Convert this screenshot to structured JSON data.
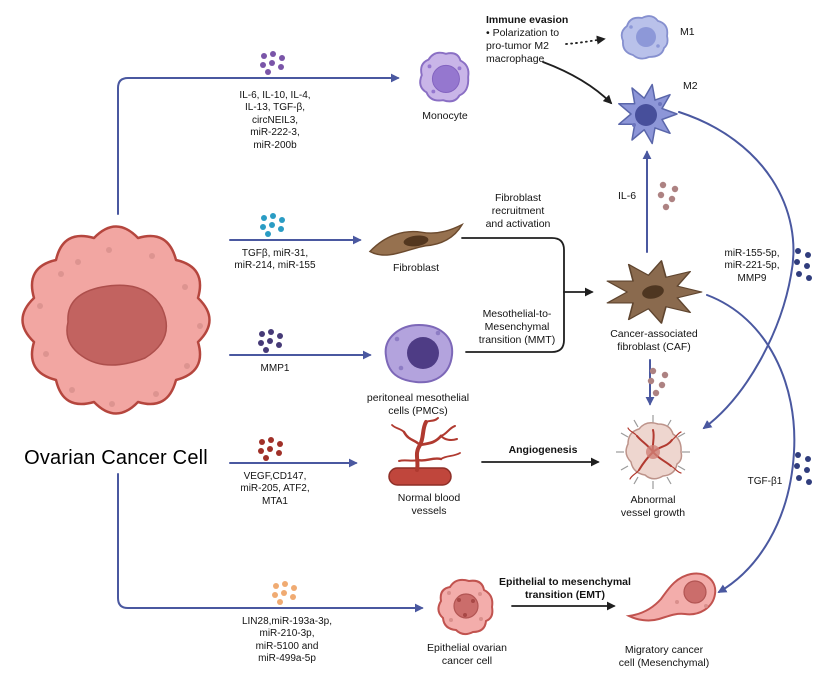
{
  "palette": {
    "arrow_blue": "#4a58a0",
    "arrow_black": "#1f1f1f"
  },
  "source_cell": {
    "label": "Ovarian Cancer Cell"
  },
  "cargo": {
    "monocyte": {
      "text": "IL-6, IL-10, IL-4,\nIL-13, TGF-β,\ncircNEIL3,\nmiR-222-3,\nmiR-200b",
      "dot_color": "#7a55a8"
    },
    "fibroblast": {
      "text": "TGFβ, miR-31,\nmiR-214, miR-155",
      "dot_color": "#2a9cc4"
    },
    "pmc": {
      "text": "MMP1",
      "dot_color": "#463a77"
    },
    "vessel": {
      "text": "VEGF,CD147,\nmiR-205, ATF2,\nMTA1",
      "dot_color": "#a03028"
    },
    "emt": {
      "text": "LIN28,miR-193a-3p,\nmiR-210-3p,\nmiR-5100 and\nmiR-499a-5p",
      "dot_color": "#f0ab72"
    },
    "il6": {
      "text": "IL-6",
      "dot_color": "#ad8282"
    },
    "caf_vessel": {
      "dot_color": "#ad8282"
    },
    "m2_vessel": {
      "text": "miR-155-5p,\nmiR-221-5p,\nMMP9",
      "dot_color": "#303d7d"
    },
    "caf_emt": {
      "text": "TGF-β1",
      "dot_color": "#303d7d"
    }
  },
  "cells": {
    "monocyte": {
      "label": "Monocyte"
    },
    "m1": {
      "label": "M1"
    },
    "m2": {
      "label": "M2"
    },
    "fibroblast": {
      "label": "Fibroblast"
    },
    "pmc": {
      "label": "peritoneal mesothelial\ncells (PMCs)"
    },
    "caf": {
      "label": "Cancer-associated\nfibroblast (CAF)"
    },
    "vessels": {
      "label": "Normal blood\nvessels"
    },
    "abnormal": {
      "label": "Abnormal\nvessel growth"
    },
    "epithelial": {
      "label": "Epithelial ovarian\ncancer cell"
    },
    "migratory": {
      "label": "Migratory cancer\ncell (Mesenchymal)"
    }
  },
  "processes": {
    "immune_evasion_title": "Immune evasion",
    "immune_evasion_body": "• Polarization to\npro-tumor M2\nmacrophage",
    "fibroblast_recruitment": "Fibroblast\nrecruitment\nand activation",
    "mmt": "Mesothelial-to-\nMesenchymal\ntransition (MMT)",
    "angiogenesis": "Angiogenesis",
    "emt": "Epithelial to mesenchymal\ntransition (EMT)"
  }
}
